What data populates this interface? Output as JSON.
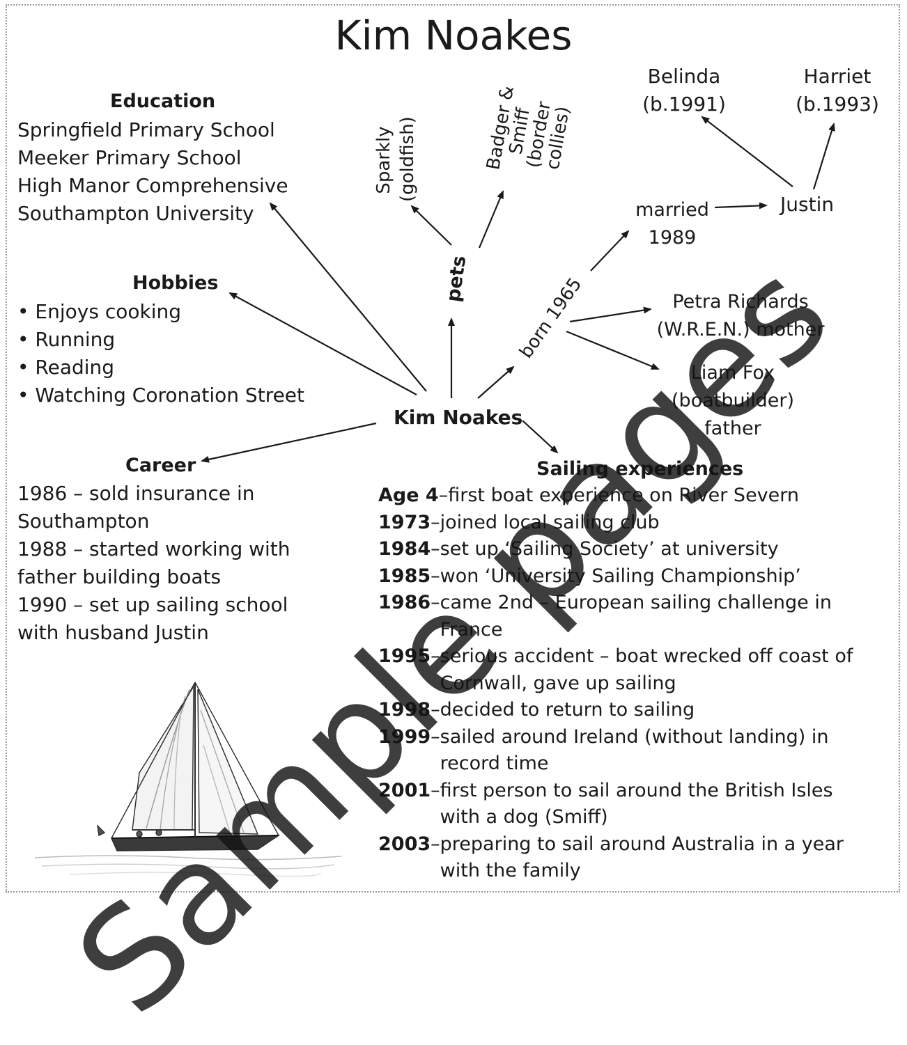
{
  "title": "Kim Noakes",
  "center": "Kim Noakes",
  "education": {
    "heading": "Education",
    "items": [
      "Springfield Primary School",
      "Meeker Primary School",
      "High Manor Comprehensive",
      "Southampton University"
    ]
  },
  "hobbies": {
    "heading": "Hobbies",
    "items": [
      "• Enjoys cooking",
      "• Running",
      "• Reading",
      "• Watching Coronation Street"
    ]
  },
  "career": {
    "heading": "Career",
    "lines": [
      "1986 – sold insurance in",
      "Southampton",
      "1988 – started working with",
      "father building boats",
      "1990 – set up sailing school",
      "with husband Justin"
    ]
  },
  "pets": {
    "label": "pets",
    "goldfish": [
      "Sparkly",
      "(goldfish)"
    ],
    "dogs": [
      "Badger &",
      "Smiff",
      "(border",
      "collies)"
    ]
  },
  "family": {
    "born": "born 1965",
    "married": [
      "married",
      "1989"
    ],
    "husband": "Justin",
    "daughter1": [
      "Belinda",
      "(b.1991)"
    ],
    "daughter2": [
      "Harriet",
      "(b.1993)"
    ],
    "mother": [
      "Petra Richards",
      "(W.R.E.N.) mother"
    ],
    "father": [
      "Liam Fox",
      "(boatbuilder)",
      "father"
    ]
  },
  "sailing": {
    "heading": "Sailing experiences",
    "entries": [
      {
        "year": "Age 4",
        "dash": " –",
        "lines": [
          "first boat experience on River Severn"
        ]
      },
      {
        "year": "1973",
        "dash": " – ",
        "lines": [
          "joined local sailing club"
        ]
      },
      {
        "year": "1984",
        "dash": " – ",
        "lines": [
          "set up ‘Sailing Society’ at university"
        ]
      },
      {
        "year": "1985",
        "dash": " – ",
        "lines": [
          "won ‘University Sailing Championship’"
        ]
      },
      {
        "year": "1986",
        "dash": " – ",
        "lines": [
          "came 2nd – European sailing challenge in",
          "France"
        ]
      },
      {
        "year": "1995",
        "dash": " – ",
        "lines": [
          "serious accident – boat wrecked off coast of",
          "Cornwall, gave up sailing"
        ]
      },
      {
        "year": "1998",
        "dash": " – ",
        "lines": [
          "decided to return to sailing"
        ]
      },
      {
        "year": "1999",
        "dash": " – ",
        "lines": [
          "sailed around Ireland (without landing) in",
          "record time"
        ]
      },
      {
        "year": "2001",
        "dash": " – ",
        "lines": [
          "first person to sail around the British Isles",
          "with a dog (Smiff)"
        ]
      },
      {
        "year": "2003",
        "dash": " – ",
        "lines": [
          "preparing to sail around Australia in a year",
          "with the family"
        ]
      }
    ]
  },
  "watermark": "Sample pages",
  "colors": {
    "ink": "#1a1a1a",
    "border": "#9a9a9a",
    "watermark": "#141414"
  }
}
